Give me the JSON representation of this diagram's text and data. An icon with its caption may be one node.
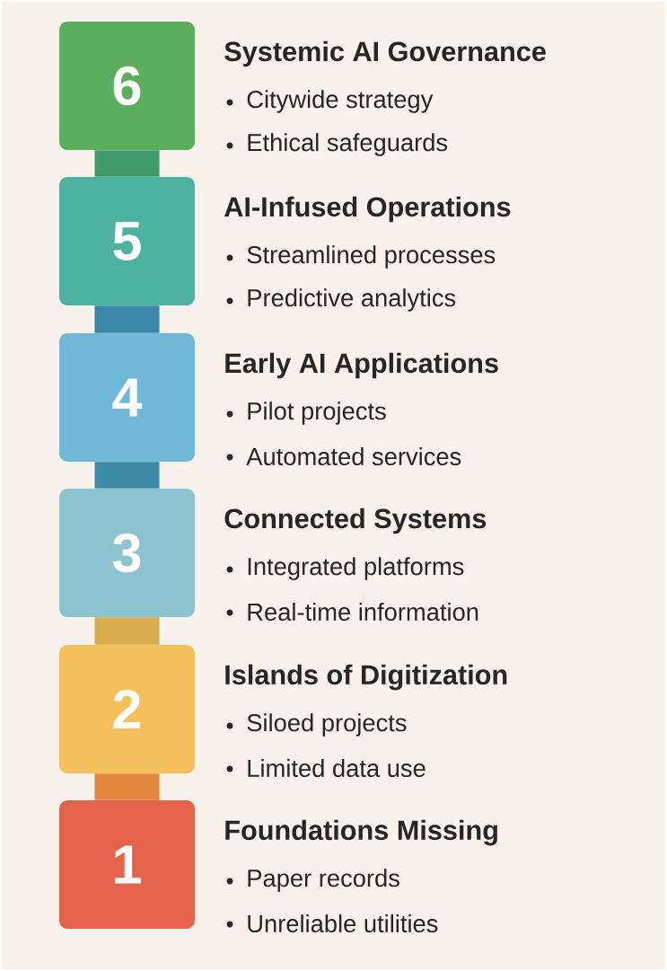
{
  "diagram": {
    "nodes": [
      {
        "text": [
          "6"
        ],
        "beside": [
          "Systemic AI Governance",
          "Citywide strategy",
          "Ethical safeguards"
        ]
      },
      {
        "text": [
          "5"
        ],
        "beside": [
          "AI-Infused Operations",
          "Streamlined processes",
          "Predictive analytics"
        ]
      },
      {
        "text": [
          "4"
        ],
        "beside": [
          "Early AI Applications",
          "Pilot projects",
          "Automated services"
        ]
      },
      {
        "text": [
          "3"
        ],
        "beside": [
          "Connected Systems",
          "Integrated platforms",
          "Real-time information"
        ]
      },
      {
        "text": [
          "2"
        ],
        "beside": [
          "Islands of Digitization",
          "Siloed projects",
          "Limited data use"
        ]
      },
      {
        "text": [
          "1"
        ],
        "beside": [
          "Foundations Missing",
          "Paper records",
          "Unreliable utilities"
        ]
      }
    ],
    "edges": [
      {
        "from": 0,
        "to": 1,
        "arrow": "none",
        "color": "#3f9a6a"
      },
      {
        "from": 1,
        "to": 2,
        "arrow": "none",
        "color": "#3a88a8"
      },
      {
        "from": 2,
        "to": 3,
        "arrow": "none",
        "color": "#3d8ba6"
      },
      {
        "from": 3,
        "to": 4,
        "arrow": "none",
        "color": "#d6ac4c"
      },
      {
        "from": 4,
        "to": 5,
        "arrow": "none",
        "color": "#e0893e"
      }
    ]
  }
}
